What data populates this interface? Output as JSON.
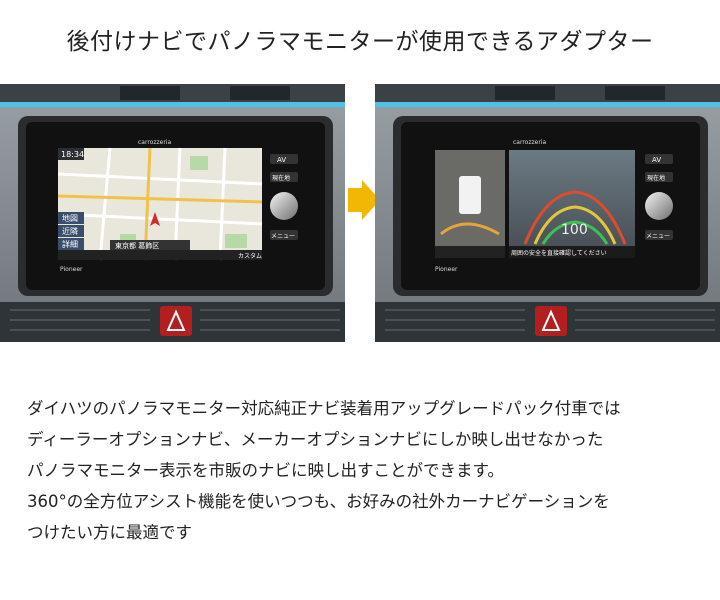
{
  "headline": "後付けナビでパノラマモニターが使用できるアダプター",
  "left_screen": {
    "brand": "carrozzeria",
    "time": "18:34",
    "location": "東京都 葛飾区",
    "menu_items": [
      "地図",
      "近隣",
      "詳細"
    ],
    "custom_label": "カスタム",
    "maker": "Pioneer",
    "button_av": "AV",
    "button_menu": "メニュー",
    "button_nav": "現在地"
  },
  "right_screen": {
    "brand": "carrozzeria",
    "caution": "周囲の安全を直接確認してください",
    "maker": "Pioneer",
    "button_av": "AV",
    "button_menu": "メニュー",
    "button_nav": "現在地"
  },
  "colors": {
    "arrow": "#f2b705",
    "accent_red": "#d42a2a"
  },
  "body_lines": [
    "ダイハツのパノラマモニター対応純正ナビ装着用アップグレードパック付車では",
    "ディーラーオプションナビ、メーカーオプションナビにしか映し出せなかった",
    "パノラマモニター表示を市販のナビに映し出すことができます。",
    "360°の全方位アシスト機能を使いつつも、お好みの社外カーナビゲーションを",
    "つけたい方に最適です"
  ]
}
